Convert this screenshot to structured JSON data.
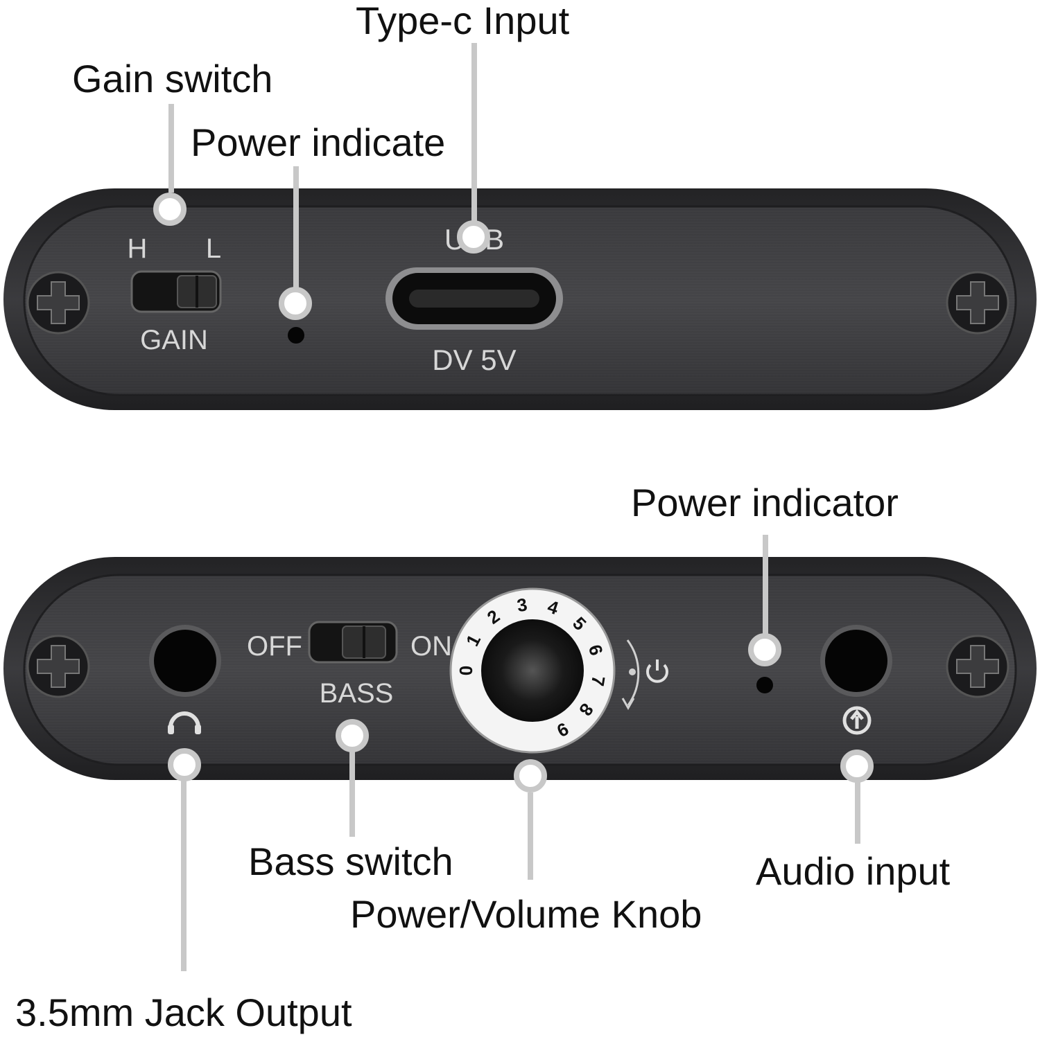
{
  "callouts": {
    "type_c_input": "Type-c Input",
    "gain_switch": "Gain switch",
    "power_indicate": "Power indicate",
    "power_indicator": "Power indicator",
    "bass_switch": "Bass switch",
    "power_volume_knob": "Power/Volume Knob",
    "audio_input": "Audio input",
    "jack_output": "3.5mm Jack Output"
  },
  "top_panel": {
    "gain_high": "H",
    "gain_low": "L",
    "gain_label": "GAIN",
    "usb_label": "USB",
    "dv_label": "DV 5V"
  },
  "bottom_panel": {
    "bass_off": "OFF",
    "bass_on": "ON",
    "bass_label": "BASS",
    "knob_numbers": [
      "0",
      "1",
      "2",
      "3",
      "4",
      "5",
      "6",
      "7",
      "8",
      "9"
    ]
  },
  "colors": {
    "panel_outer": "#2b2b2d",
    "panel_inner": "#3a3a3c",
    "leader_line": "#c8c8c8",
    "panel_text": "#d7d7d7"
  },
  "icons": {
    "headphone": "headphone-icon",
    "audio_in": "audio-input-icon",
    "power": "power-icon",
    "screw": "screw-icon"
  }
}
